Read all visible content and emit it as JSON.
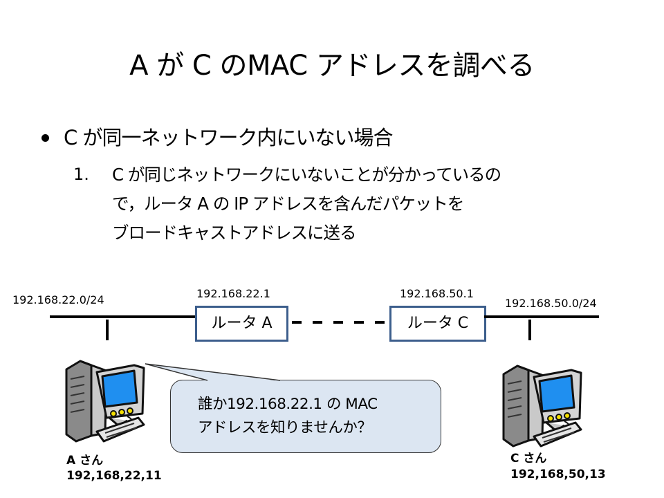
{
  "slide": {
    "title": "A が C のMAC アドレスを調べる",
    "bullet": "C が同一ネットワーク内にいない場合",
    "steps": [
      {
        "number": "1.",
        "lines": [
          "C が同じネットワークにいないことが分かっているの",
          "で，ルータ A の IP アドレスを含んだパケットを",
          "ブロードキャストアドレスに送る"
        ]
      }
    ]
  },
  "diagram": {
    "network_left": "192.168.22.0/24",
    "network_right": "192.168.50.0/24",
    "router_a": {
      "ip": "192.168.22.1",
      "label": "ルータ A"
    },
    "router_c": {
      "ip": "192.168.50.1",
      "label": "ルータ C"
    },
    "callout": {
      "lines": [
        "誰か192.168.22.1 の MAC",
        "アドレスを知りませんか？"
      ]
    },
    "host_a": {
      "name": "A さん",
      "ip": "192,168,22,11",
      "icon": "computer-icon"
    },
    "host_c": {
      "name": "C さん",
      "ip": "192,168,50,13",
      "icon": "computer-icon"
    },
    "colors": {
      "router_border": "#3c5e8c",
      "callout_fill": "#dce6f2",
      "screen": "#1e90ff"
    }
  }
}
